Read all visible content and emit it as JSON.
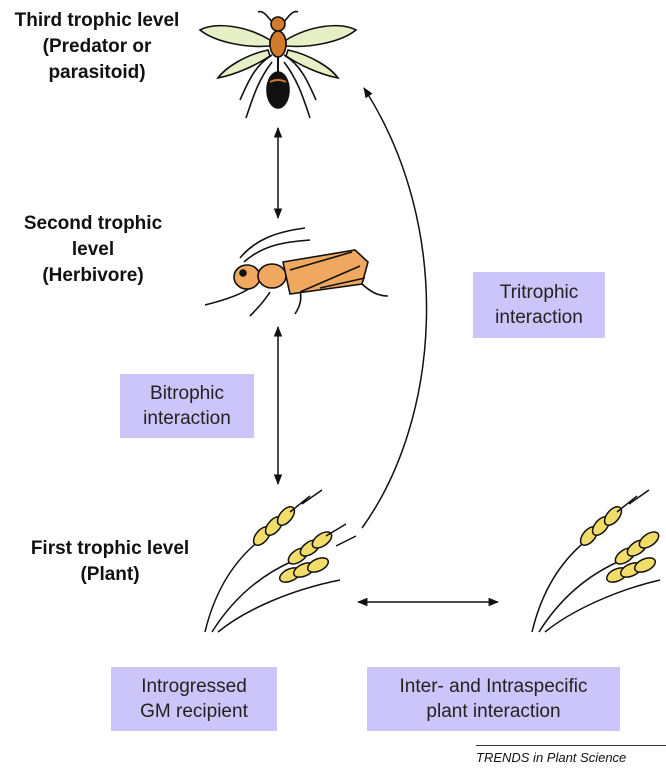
{
  "levels": {
    "third": [
      "Third trophic level",
      "(Predator or",
      "parasitoid)"
    ],
    "second": [
      "Second trophic",
      "level",
      "(Herbivore)"
    ],
    "first": [
      "First trophic level",
      "(Plant)"
    ]
  },
  "boxes": {
    "tritrophic": [
      "Tritrophic",
      "interaction"
    ],
    "bitrophic": [
      "Bitrophic",
      "interaction"
    ],
    "recipient": [
      "Introgressed",
      "GM recipient"
    ],
    "plant_interaction": [
      "Inter- and Intraspecific",
      "plant interaction"
    ]
  },
  "colors": {
    "box_fill": "#ccc5f9",
    "insect_body": "#f0a860",
    "wheat": "#f2dc6a"
  },
  "icons": [
    "wasp-icon",
    "herbivore-insect-icon",
    "wheat-plant-icon"
  ],
  "credit": "TRENDS in Plant Science"
}
